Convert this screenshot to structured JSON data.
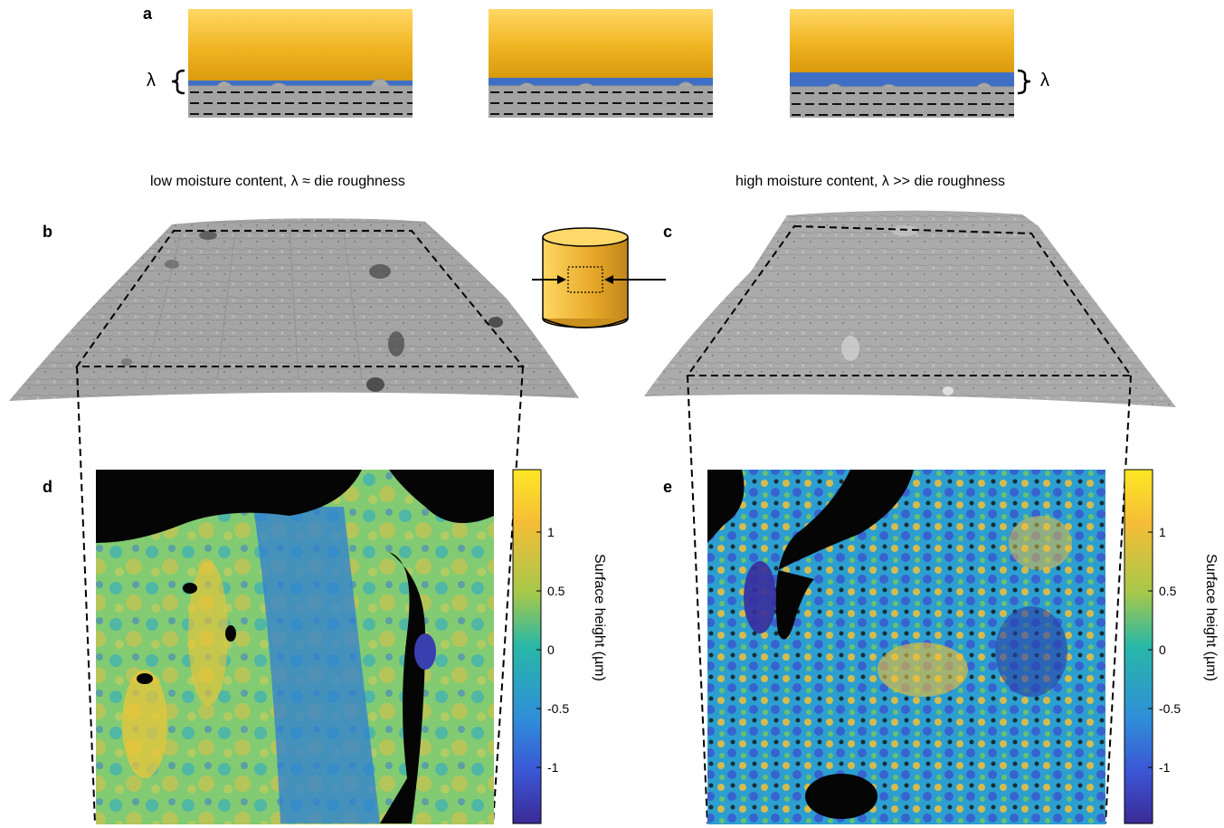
{
  "panels": {
    "a": "a",
    "b": "b",
    "c": "c",
    "d": "d",
    "e": "e"
  },
  "panel_a": {
    "lambda_left": "λ",
    "lambda_right": "λ"
  },
  "captions": {
    "low": "low moisture content, λ ≈ die roughness",
    "high": "high moisture content, λ >> die roughness"
  },
  "colorbar": {
    "title": "Surface height (µm)",
    "ticks": [
      "1",
      "0.5",
      "0",
      "-0.5",
      "-1"
    ],
    "colors": [
      "#fde725",
      "#f5b934",
      "#72c65d",
      "#1fb5b5",
      "#2a6fe0",
      "#3a2e9c"
    ]
  }
}
